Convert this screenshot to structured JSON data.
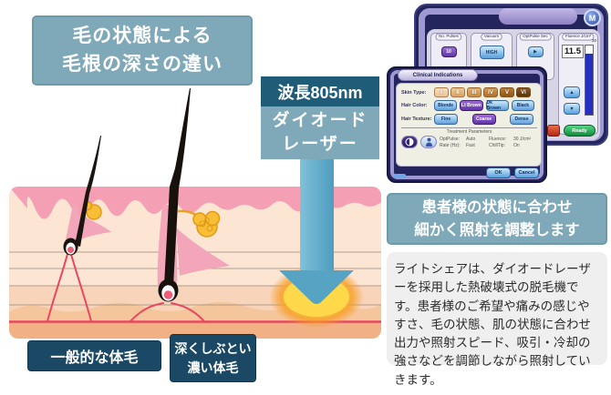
{
  "headline": {
    "line1": "毛の状態による",
    "line2": "毛根の深さの違い"
  },
  "laser_label": {
    "wavelength": "波長805nm",
    "device_line1": "ダイオード",
    "device_line2": "レーザー"
  },
  "hair_type_labels": {
    "normal": "一般的な体毛",
    "deep_line1": "深くしぶとい",
    "deep_line2": "濃い体毛"
  },
  "adjust_box": {
    "line1": "患者様の状態に合わせ",
    "line2": "細かく照射を調整します"
  },
  "description": "ライトシェアは、ダイオードレーザーを採用した熱破壊式の脱毛機です。患者様のご希望や痛みの感じやすさ、毛の状態、肌の状態に合わせ出力や照射スピード、吸引・冷却の強さなどを調節しながら照射していきます。",
  "device_back": {
    "logo": "M",
    "sections": [
      {
        "label": "No. Pulses",
        "button": "10"
      },
      {
        "label": "Vacuum",
        "button": "HIGH"
      },
      {
        "label": "OptPulse Sec",
        "button": "▶"
      },
      {
        "label": "Fluence J/cm²"
      }
    ],
    "fluence_value": "11.5",
    "gauge_max": "30",
    "up_glyph": "▲",
    "down_glyph": "▼",
    "ready_label": "Ready"
  },
  "device_front": {
    "title": "Clinical Indications",
    "skin_type_label": "Skin Type:",
    "hair_color_label": "Hair Color:",
    "hair_texture_label": "Hair Texture:",
    "skin_types": [
      "I",
      "II",
      "III",
      "IV",
      "V",
      "VI"
    ],
    "hair_colors": [
      "Blonde",
      "Lt Brown",
      "Dk Brown",
      "Black"
    ],
    "hair_textures": [
      "Fine",
      "Coarse",
      "Dense"
    ],
    "params_title": "Treatment Parameters",
    "params": [
      {
        "k": "OptPulse:",
        "v": "Auto"
      },
      {
        "k": "Fluence:",
        "v": "30 J/cm²"
      },
      {
        "k": "Rate (Hz):",
        "v": "Fast"
      },
      {
        "k": "ChillTip:",
        "v": "On"
      }
    ],
    "ok_label": "OK",
    "cancel_label": "Cancel"
  },
  "colors": {
    "accent_teal": "#7fa8b8",
    "dark_teal": "#1f5c78",
    "label_navy": "#1b4965",
    "panel_navy": "#23255c",
    "panel_purple": "#a098d0",
    "selected_purple": "#7a45c0",
    "laser_arrow": "#5fa9c8",
    "glow_orange": "#ffd84e",
    "skin_pink": "#f49fb4",
    "vessel_red": "#e8475f"
  }
}
